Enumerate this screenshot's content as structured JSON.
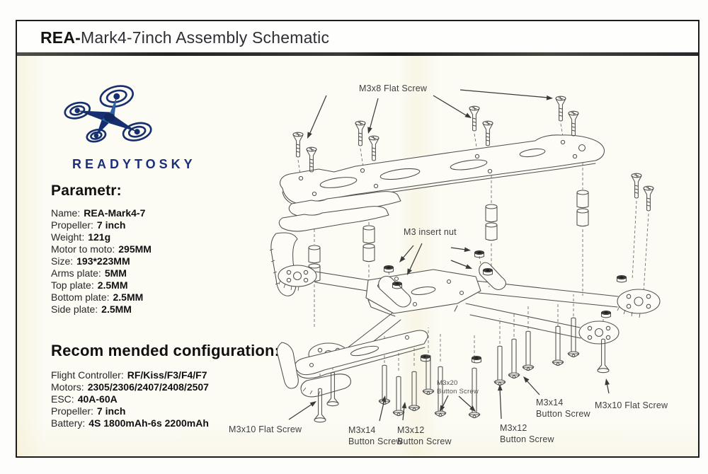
{
  "page": {
    "title_bold": "REA-",
    "title_rest": "Mark4-7inch  Assembly Schematic"
  },
  "logo": {
    "brand": "READYTOSKY",
    "icon": "quadcopter-drone-icon",
    "brand_color": "#1b2f77"
  },
  "parameters": {
    "heading": "Parametr:",
    "items": [
      {
        "label": "Name:",
        "value": "REA-Mark4-7"
      },
      {
        "label": "Propeller:",
        "value": "7 inch"
      },
      {
        "label": "Weight:",
        "value": "121g"
      },
      {
        "label": "Motor to moto:",
        "value": "295MM"
      },
      {
        "label": "Size:",
        "value": "193*223MM"
      },
      {
        "label": "Arms plate:",
        "value": "5MM"
      },
      {
        "label": "Top plate:",
        "value": "2.5MM"
      },
      {
        "label": "Bottom plate:",
        "value": "2.5MM"
      },
      {
        "label": "Side plate:",
        "value": "2.5MM"
      }
    ]
  },
  "configuration": {
    "heading": "Recom mended configuration:",
    "items": [
      {
        "label": "Flight Controller:",
        "value": "RF/Kiss/F3/F4/F7"
      },
      {
        "label": "Motors:",
        "value": "2305/2306/2407/2408/2507"
      },
      {
        "label": "ESC:",
        "value": "40A-60A"
      },
      {
        "label": "Propeller:",
        "value": "7 inch"
      },
      {
        "label": "Battery:",
        "value": "4S 1800mAh-6s 2200mAh"
      }
    ]
  },
  "diagram": {
    "labels": [
      {
        "id": "m3x8-flat-screw",
        "text": "M3x8 Flat Screw"
      },
      {
        "id": "m3-insert-nut",
        "text": "M3 insert nut"
      },
      {
        "id": "m3x10-flat-screw-left",
        "text": "M3x10 Flat Screw"
      },
      {
        "id": "m3x14-button-screw-left",
        "text": "M3x14\nButton Screw"
      },
      {
        "id": "m3x12-button-screw-left",
        "text": "M3x12\nButton Screw"
      },
      {
        "id": "m3x20-button-screw",
        "text": "M3x20\nButton Screw"
      },
      {
        "id": "m3x12-button-screw-right",
        "text": "M3x12\nButton Screw"
      },
      {
        "id": "m3x14-button-screw-right",
        "text": "M3x14\nButton Screw"
      },
      {
        "id": "m3x10-flat-screw-right",
        "text": "M3x10 Flat Screw"
      }
    ]
  },
  "colors": {
    "paper": "#fcfbf4",
    "frame_border": "#1c1c1c",
    "line_art": "#4f4f4f",
    "logo_navy": "#152e6e"
  }
}
